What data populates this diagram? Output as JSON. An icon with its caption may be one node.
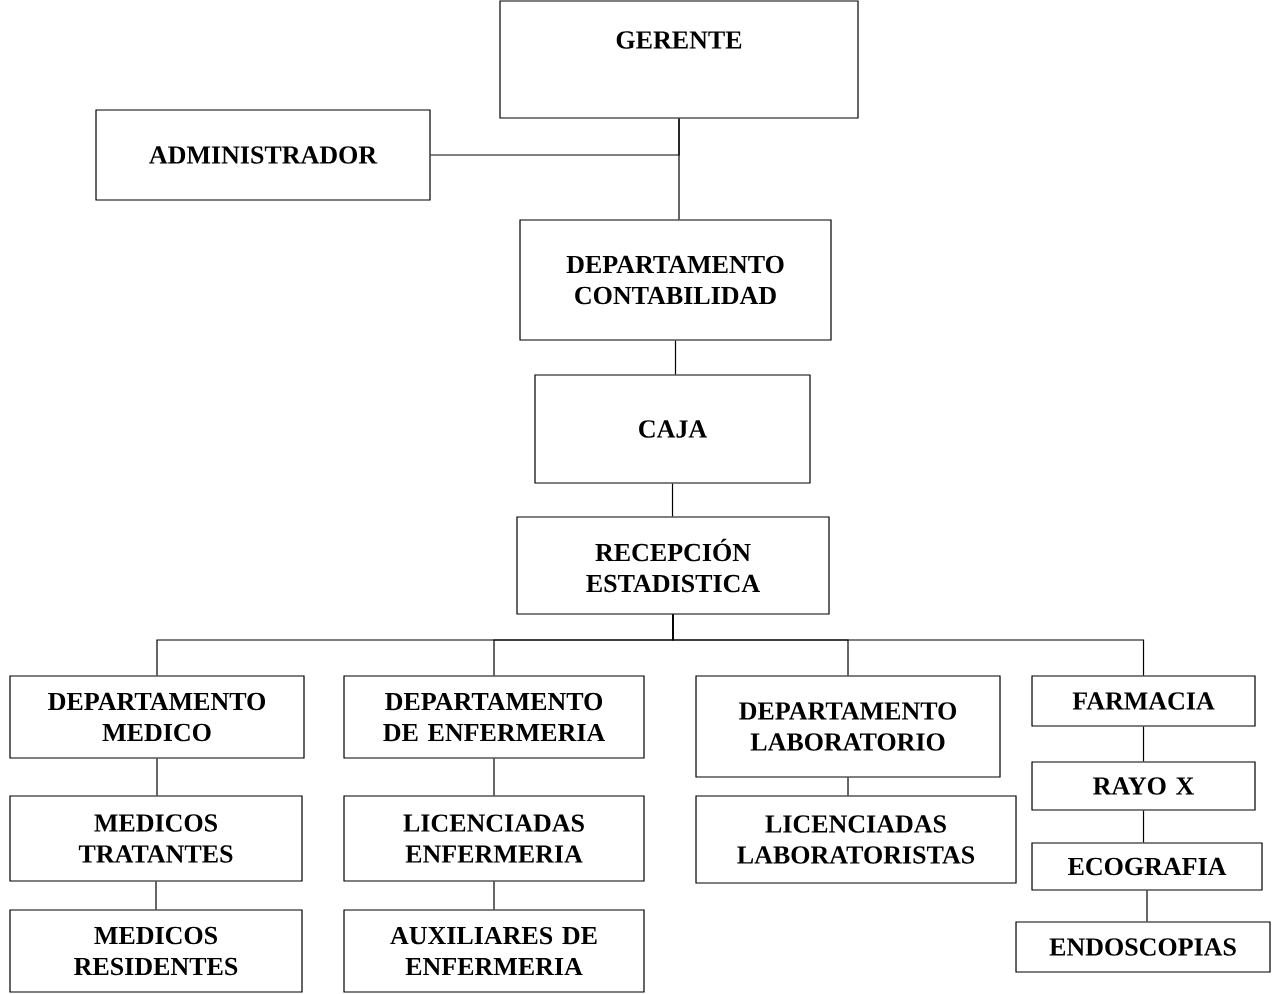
{
  "diagram": {
    "nodes": [
      {
        "text": [
          "GERENTE"
        ]
      },
      {
        "text": [
          "ADMINISTRADOR"
        ]
      },
      {
        "text": [
          "DEPARTAMENTO CONTABILIDAD"
        ]
      },
      {
        "text": [
          "CAJA"
        ]
      },
      {
        "text": [
          "RECEPCIÓN ESTADISTICA"
        ]
      },
      {
        "text": [
          "DEPARTAMENTO MEDICO"
        ]
      },
      {
        "text": [
          "DEPARTAMENTO DE ENFERMERIA"
        ]
      },
      {
        "text": [
          "DEPARTAMENTO LABORATORIO"
        ]
      },
      {
        "text": [
          "FARMACIA"
        ]
      },
      {
        "text": [
          "MEDICOS TRATANTES"
        ]
      },
      {
        "text": [
          "LICENCIADAS ENFERMERIA"
        ]
      },
      {
        "text": [
          "LICENCIADAS LABORATORISTAS"
        ]
      },
      {
        "text": [
          "RAYO X"
        ]
      },
      {
        "text": [
          "MEDICOS RESIDENTES"
        ]
      },
      {
        "text": [
          "AUXILIARES DE ENFERMERIA"
        ]
      },
      {
        "text": [
          "ECOGRAFIA"
        ]
      },
      {
        "text": [
          "ENDOSCOPIAS"
        ]
      }
    ],
    "edges": [
      {
        "from": 0,
        "to": 1,
        "arrow": "none"
      },
      {
        "from": 0,
        "to": 2,
        "arrow": "none"
      },
      {
        "from": 2,
        "to": 3,
        "arrow": "none"
      },
      {
        "from": 3,
        "to": 4,
        "arrow": "none"
      },
      {
        "from": 4,
        "to": 5,
        "arrow": "none"
      },
      {
        "from": 4,
        "to": 6,
        "arrow": "none"
      },
      {
        "from": 4,
        "to": 7,
        "arrow": "none"
      },
      {
        "from": 4,
        "to": 8,
        "arrow": "none"
      },
      {
        "from": 5,
        "to": 9,
        "arrow": "none"
      },
      {
        "from": 9,
        "to": 13,
        "arrow": "none"
      },
      {
        "from": 6,
        "to": 10,
        "arrow": "none"
      },
      {
        "from": 10,
        "to": 14,
        "arrow": "none"
      },
      {
        "from": 7,
        "to": 11,
        "arrow": "none"
      },
      {
        "from": 8,
        "to": 12,
        "arrow": "none"
      },
      {
        "from": 12,
        "to": 15,
        "arrow": "none"
      },
      {
        "from": 15,
        "to": 16,
        "arrow": "none"
      }
    ]
  }
}
